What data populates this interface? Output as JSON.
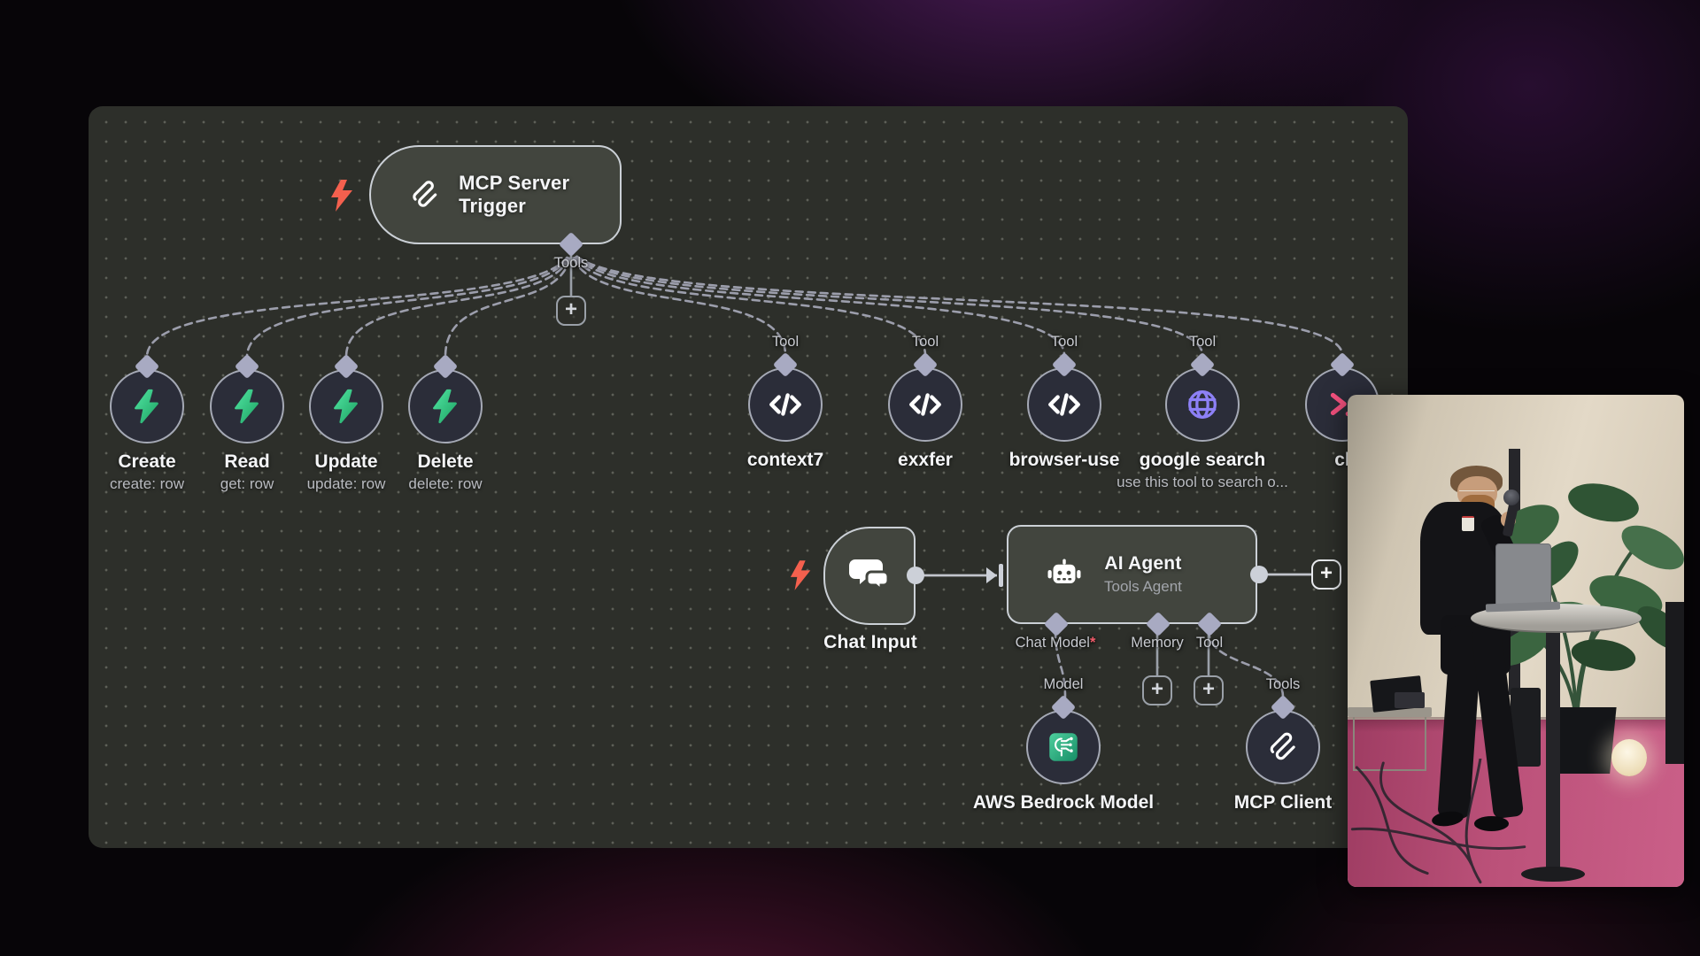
{
  "ui": {
    "plus": "+"
  },
  "colors": {
    "canvas_bg": "#2d2f2a",
    "node_fill": "#42453e",
    "node_border": "#cbd0d6",
    "circle_fill": "#2b2d39",
    "supabase_green": "#3ecf8e",
    "globe_purple": "#8d80f6",
    "terminal_pink": "#f4517e",
    "trigger_bolt_red": "#f4604e",
    "connector_diamond": "#a8aac2",
    "bedrock_teal": "#2fb184"
  },
  "trigger": {
    "label": "MCP Server Trigger",
    "port_label": "Tools"
  },
  "crud_nodes": [
    {
      "label": "Create",
      "sublabel": "create: row"
    },
    {
      "label": "Read",
      "sublabel": "get: row"
    },
    {
      "label": "Update",
      "sublabel": "update: row"
    },
    {
      "label": "Delete",
      "sublabel": "delete: row"
    }
  ],
  "tool_nodes": [
    {
      "port_label": "Tool",
      "label": "context7"
    },
    {
      "port_label": "Tool",
      "label": "exxfer"
    },
    {
      "port_label": "Tool",
      "label": "browser-use"
    },
    {
      "port_label": "Tool",
      "label": "google search",
      "sublabel": "use this tool to search o..."
    },
    {
      "label": "cl"
    }
  ],
  "chat_input": {
    "label": "Chat Input"
  },
  "agent": {
    "title": "AI Agent",
    "subtitle": "Tools Agent",
    "ports": {
      "chat_model": "Chat Model",
      "required_mark": "*",
      "memory": "Memory",
      "tool": "Tool"
    }
  },
  "model_branch": {
    "port_label": "Model",
    "label": "AWS Bedrock Model"
  },
  "mcp_client": {
    "port_label": "Tools",
    "label": "MCP Client"
  },
  "video_overlay": {
    "description": "Presenter holding a microphone, standing at a tall laptop lectern beside a monstera plant on a pink carpet"
  }
}
